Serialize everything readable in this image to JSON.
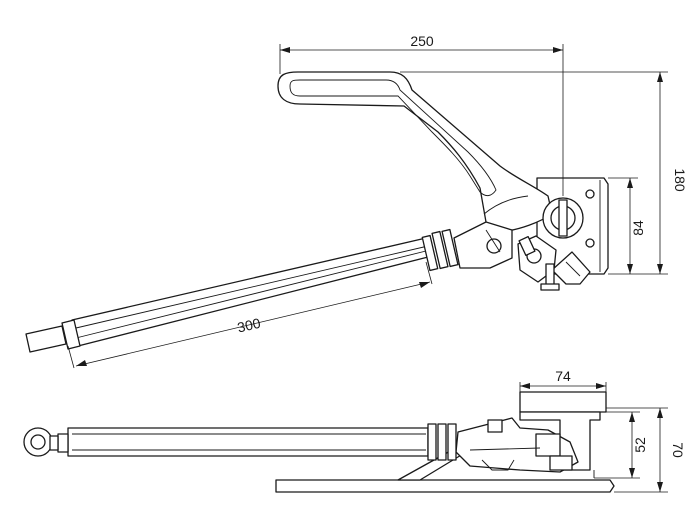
{
  "dimensions": {
    "overall_width": "250",
    "overall_height": "180",
    "bracket_height": "84",
    "rod_length": "300",
    "top_width": "74",
    "top_depth": "52",
    "top_total": "70"
  }
}
